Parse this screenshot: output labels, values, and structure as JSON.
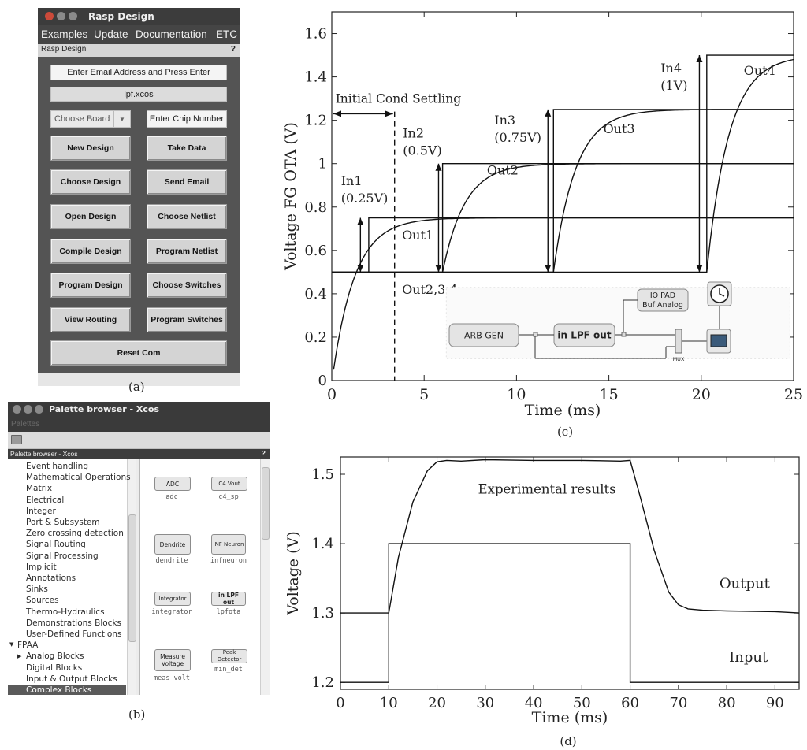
{
  "panel_a": {
    "caption": "(a)",
    "window_title": "Rasp Design",
    "menu": [
      "Examples",
      "Update",
      "Documentation",
      "ETC"
    ],
    "subbar_title": "Rasp Design",
    "subbar_help": "?",
    "email_field": "Enter Email Address and Press Enter",
    "file_field": "lpf.xcos",
    "board_select": "Choose Board",
    "chip_field": "Enter Chip Number",
    "left_buttons": [
      "New Design",
      "Choose Design",
      "Open Design",
      "Compile Design",
      "Program Design",
      "View Routing"
    ],
    "right_buttons": [
      "Take Data",
      "Send Email",
      "Choose Netlist",
      "Program Netlist",
      "Choose Switches",
      "Program Switches"
    ],
    "reset_button": "Reset Com",
    "colors": {
      "titlebar": "#3c3c3c",
      "body": "#545454",
      "button": "#d4d4d4",
      "close": "#cc4a3a"
    }
  },
  "panel_b": {
    "caption": "(b)",
    "window_title": "Palette browser - Xcos",
    "menu": "Palettes",
    "subbar_title": "Palette browser - Xcos",
    "subbar_help": "?",
    "tree_items": [
      "Event handling",
      "Mathematical Operations",
      "Matrix",
      "Electrical",
      "Integer",
      "Port & Subsystem",
      "Zero crossing detection",
      "Signal Routing",
      "Signal Processing",
      "Implicit",
      "Annotations",
      "Sinks",
      "Sources",
      "Thermo-Hydraulics",
      "Demonstrations Blocks",
      "User-Defined Functions"
    ],
    "tree_root": "FPAA",
    "tree_children": [
      "Analog Blocks",
      "Digital Blocks",
      "Input & Output Blocks",
      "Complex Blocks"
    ],
    "tree_arrow_open": "▼",
    "tree_arrow_closed": "▶",
    "blocks": [
      {
        "icon": "ADC",
        "label": "adc"
      },
      {
        "icon": "C4 Vout",
        "label": "c4_sp"
      },
      {
        "icon": "Dendrite",
        "label": "dendrite"
      },
      {
        "icon": "INF Neuron",
        "label": "infneuron"
      },
      {
        "icon": "Integrator",
        "label": "integrator"
      },
      {
        "icon": "in LPF out",
        "label": "lpfota"
      },
      {
        "icon": "Measure Voltage",
        "label": "meas_volt"
      },
      {
        "icon": "Peak Detector",
        "label": "min_det"
      }
    ]
  },
  "chart_data": [
    {
      "id": "c",
      "caption": "(c)",
      "type": "line",
      "xlabel": "Time (ms)",
      "ylabel": "Voltage FG OTA (V)",
      "xlim": [
        0,
        25
      ],
      "ylim": [
        0,
        1.7
      ],
      "xticks": [
        "0",
        "5",
        "10",
        "15",
        "20",
        "25"
      ],
      "yticks": [
        "0",
        "0.2",
        "0.4",
        "0.6",
        "0.8",
        "1",
        "1.2",
        "1.4",
        "1.6"
      ],
      "inputs": [
        {
          "name": "In1",
          "sub": "(0.25V)",
          "t": 2,
          "low": 0.5,
          "high": 0.75
        },
        {
          "name": "In2",
          "sub": "(0.5V)",
          "t": 6,
          "low": 0.5,
          "high": 1.0
        },
        {
          "name": "In3",
          "sub": "(0.75V)",
          "t": 12,
          "low": 0.5,
          "high": 1.25
        },
        {
          "name": "In4",
          "sub": "(1V)",
          "t": 20.3,
          "low": 0.5,
          "high": 1.5
        }
      ],
      "outputs": [
        {
          "name": "Out1",
          "t0": 0.1,
          "start": 0.05,
          "final": 0.75,
          "tau": 1.2
        },
        {
          "name": "Out2",
          "t0": 6,
          "start": 0.5,
          "final": 1.0,
          "tau": 1.2
        },
        {
          "name": "Out3",
          "t0": 12,
          "start": 0.5,
          "final": 1.25,
          "tau": 1.2
        },
        {
          "name": "Out4",
          "t0": 20.3,
          "start": 0.5,
          "final": 1.5,
          "tau": 1.2
        }
      ],
      "labels": {
        "settling": "Initial Cond Settling",
        "out234": "Out2,3,4",
        "dashed_t": 3.4
      },
      "inset": {
        "blocks": [
          "ARB GEN",
          "in LPF out",
          "IO PAD",
          "Buf Analog",
          "MUX"
        ]
      }
    },
    {
      "id": "d",
      "caption": "(d)",
      "type": "line",
      "xlabel": "Time (ms)",
      "ylabel": "Voltage (V)",
      "xlim": [
        0,
        95
      ],
      "ylim": [
        1.19,
        1.525
      ],
      "xticks": [
        "0",
        "10",
        "20",
        "30",
        "40",
        "50",
        "60",
        "70",
        "80",
        "90"
      ],
      "yticks": [
        "1.2",
        "1.3",
        "1.4",
        "1.5"
      ],
      "annotation": "Experimental results",
      "series": [
        {
          "name": "Input",
          "x": [
            0,
            10,
            10,
            60,
            60,
            95
          ],
          "y": [
            1.2,
            1.2,
            1.4,
            1.4,
            1.2,
            1.2
          ]
        },
        {
          "name": "Output",
          "x": [
            0,
            10,
            12,
            15,
            18,
            20,
            22,
            25,
            30,
            40,
            50,
            58,
            60,
            62,
            65,
            68,
            70,
            72,
            75,
            80,
            90,
            95
          ],
          "y": [
            1.3,
            1.3,
            1.38,
            1.46,
            1.505,
            1.518,
            1.52,
            1.519,
            1.521,
            1.52,
            1.52,
            1.519,
            1.52,
            1.47,
            1.39,
            1.33,
            1.312,
            1.306,
            1.304,
            1.303,
            1.302,
            1.3
          ]
        }
      ]
    }
  ]
}
